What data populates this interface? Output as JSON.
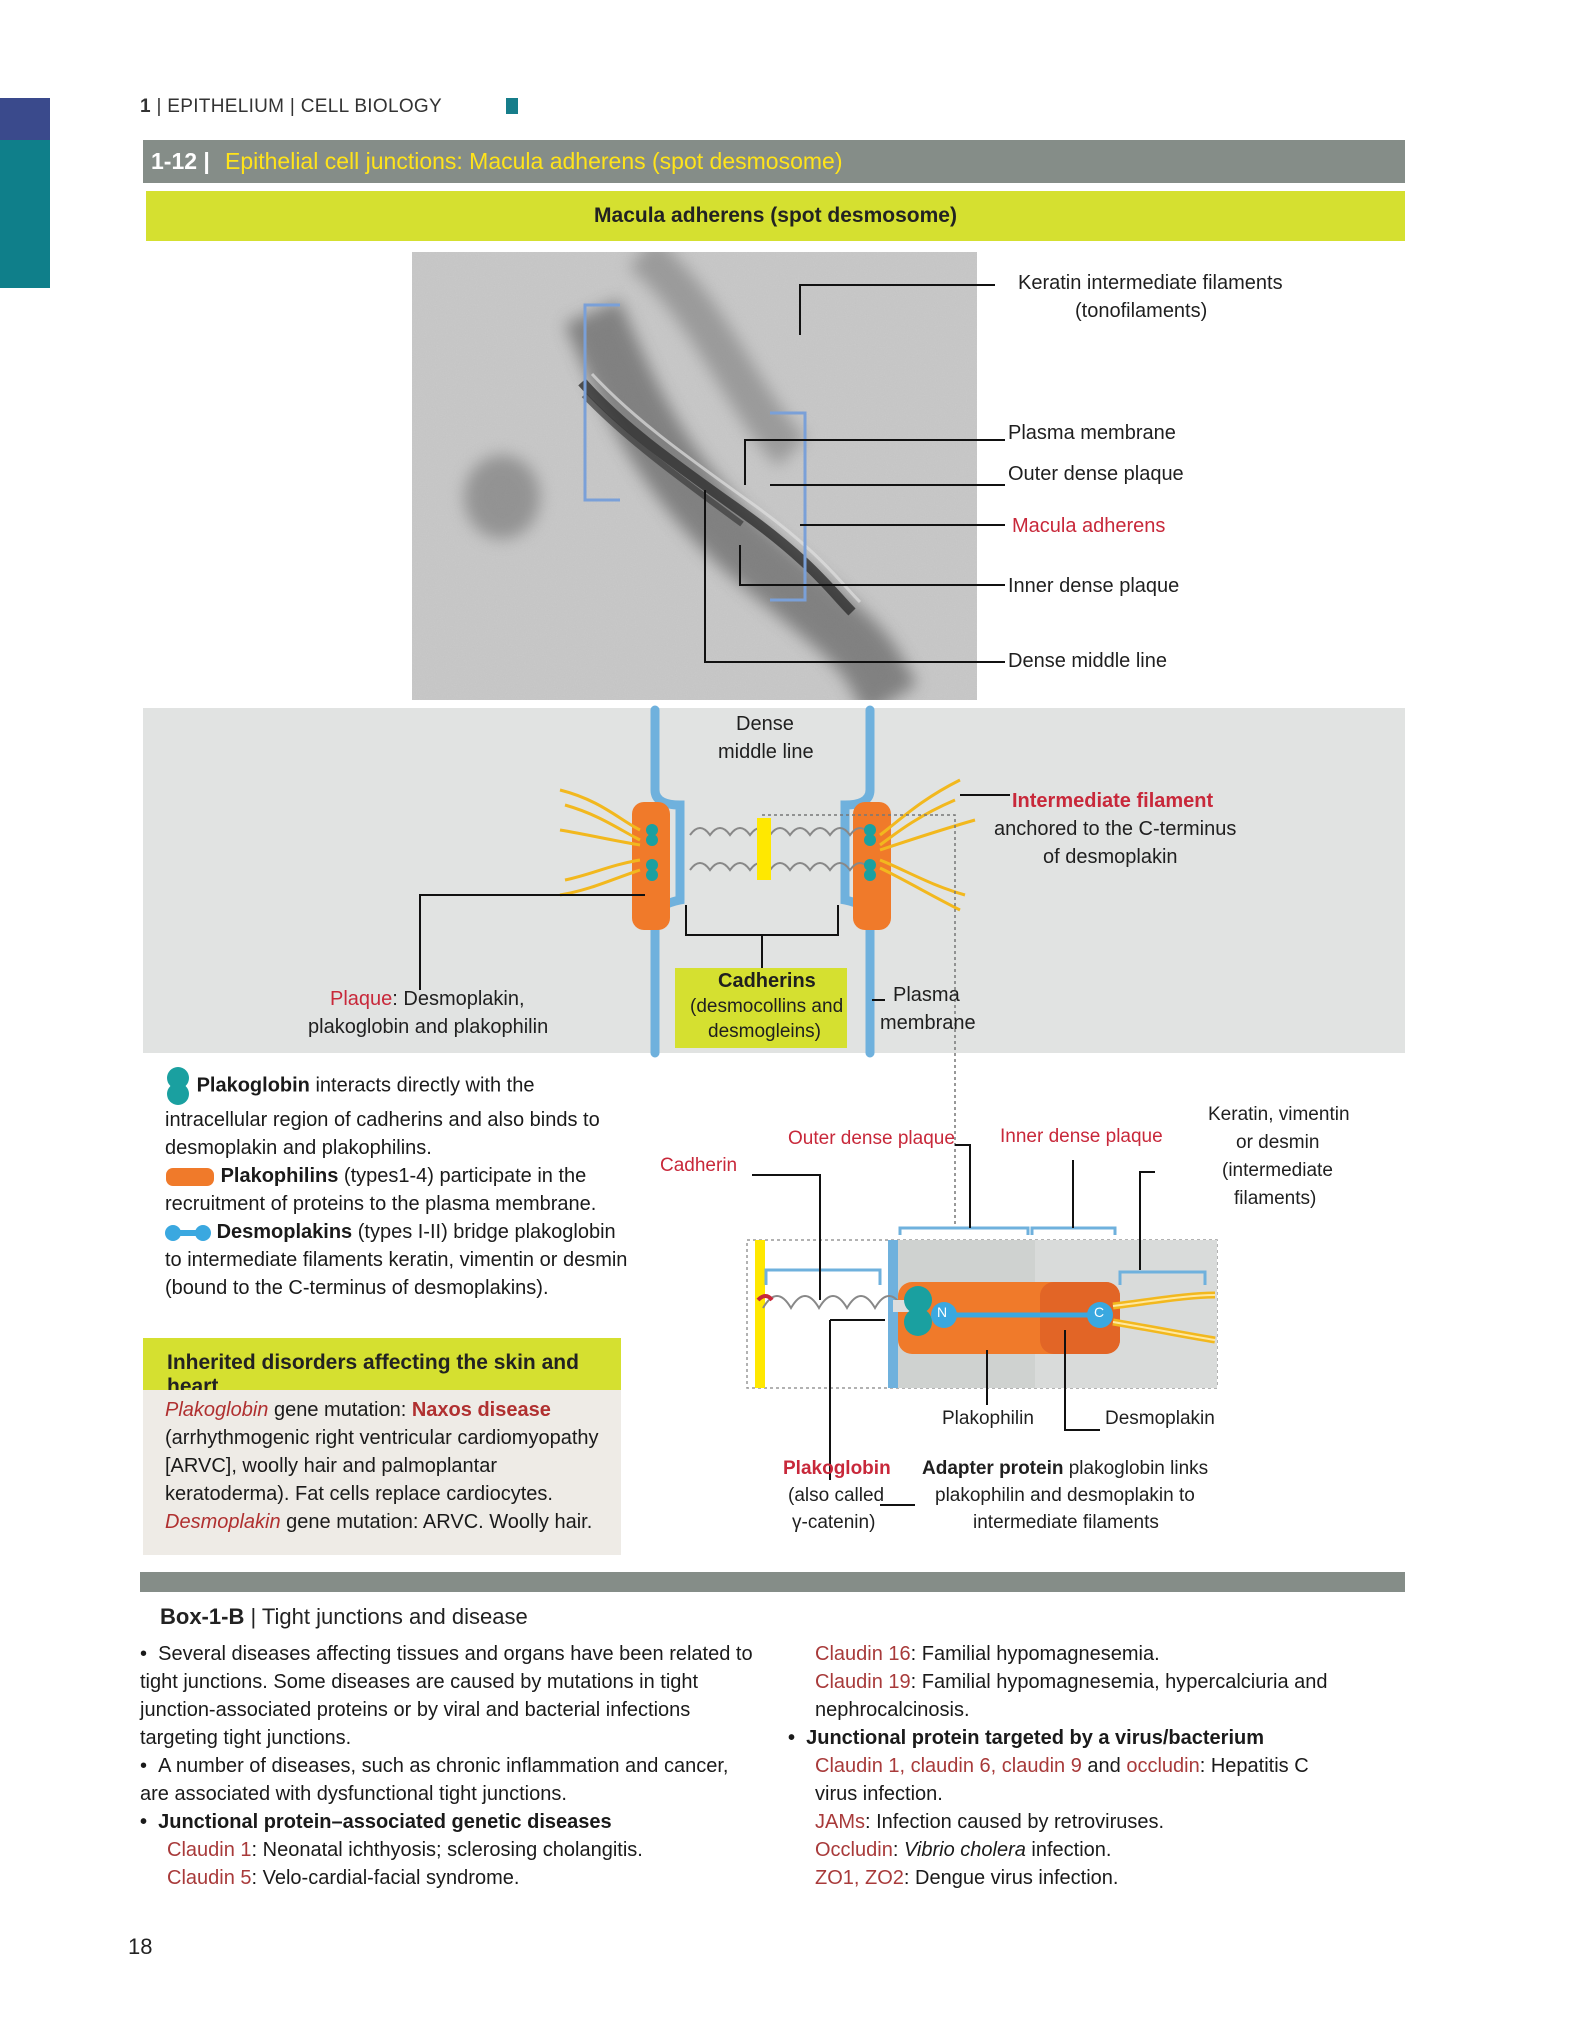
{
  "running_head": {
    "chapter": "1",
    "section": "EPITHELIUM",
    "subsection": "CELL BIOLOGY"
  },
  "figure": {
    "number": "1-12",
    "title": "Epithelial cell junctions: Macula adherens (spot desmosome)",
    "banner": "Macula adherens (spot desmosome)",
    "micrograph_labels": {
      "keratin_1": "Keratin intermediate filaments",
      "keratin_2": "(tonofilaments)",
      "plasma_membrane": "Plasma membrane",
      "outer_dense_plaque": "Outer dense plaque",
      "macula_adherens": "Macula adherens",
      "inner_dense_plaque": "Inner dense plaque",
      "dense_middle_line": "Dense middle line"
    },
    "schematic_labels": {
      "dense_middle_1": "Dense",
      "dense_middle_2": "middle line",
      "if_title": "Intermediate filament",
      "if_text_1": "anchored to the C-terminus",
      "if_text_2": "of desmoplakin",
      "plaque_title": "Plaque",
      "plaque_text_1": ": Desmoplakin,",
      "plaque_text_2": "plakoglobin and plakophilin",
      "cadherins_title": "Cadherins",
      "cadherins_1": "(desmocollins and",
      "cadherins_2": "desmogleins)",
      "plasma_1": "Plasma",
      "plasma_2": "membrane"
    },
    "legend": {
      "plakoglobin_name": "Plakoglobin",
      "plakoglobin_text": " interacts directly with the intracellular region of cadherins and also binds to desmoplakin and plakophilins.",
      "plakophilins_name": "Plakophilins",
      "plakophilins_text": " (types1-4) participate in the recruitment of proteins to the plasma membrane.",
      "desmoplakins_name": "Desmoplakins",
      "desmoplakins_text": " (types I-II) bridge plakoglobin to intermediate filaments keratin, vimentin  or desmin (bound to the C-terminus of desmoplakins)."
    },
    "inherited": {
      "heading": "Inherited disorders affecting the skin and heart",
      "gene1": "Plakoglobin",
      "gene1_text": " gene mutation: ",
      "disease1": "Naxos disease",
      "disease1_text": " (arrhythmogenic right ventricular cardiomyopathy [ARVC], woolly hair and palmoplantar keratoderma). Fat cells replace cardiocytes.",
      "gene2": "Desmoplakin",
      "gene2_text": " gene mutation: ARVC.  Woolly hair."
    },
    "detail_labels": {
      "cadherin": "Cadherin",
      "outer_dense_plaque": "Outer dense plaque",
      "inner_dense_plaque": "Inner dense plaque",
      "keratin_1": "Keratin, vimentin",
      "keratin_2": "or desmin",
      "keratin_3": "(intermediate",
      "keratin_4": "filaments)",
      "n": "N",
      "c": "C",
      "plakophilin": "Plakophilin",
      "desmoplakin": "Desmoplakin",
      "plakoglobin": "Plakoglobin",
      "plakoglobin_aka_1": "(also called",
      "plakoglobin_aka_2": "γ-catenin)",
      "adapter_title": "Adapter protein",
      "adapter_1": " plakoglobin links",
      "adapter_2": "plakophilin and desmoplakin to",
      "adapter_3": "intermediate filaments"
    }
  },
  "box": {
    "label": "Box-1-B",
    "title": "Tight junctions and disease",
    "left": {
      "p1": "Several diseases affecting tissues and organs have been related to tight junctions.  Some diseases are caused by mutations in tight junction-associated proteins or by viral and bacterial infections targeting tight junctions.",
      "p2": "A number of diseases, such as chronic inflammation and cancer, are associated with dysfunctional tight junctions.",
      "h1": "Junctional protein–associated genetic diseases",
      "c1": "Claudin 1",
      "c1_text": ":   Neonatal ichthyosis; sclerosing cholangitis.",
      "c5": "Claudin 5",
      "c5_text": ":   Velo-cardial-facial syndrome."
    },
    "right": {
      "c16": "Claudin 16",
      "c16_text": ": Familial hypomagnesemia.",
      "c19": "Claudin 19",
      "c19_text": ": Familial hypomagnesemia, hypercalciuria and nephrocalcinosis.",
      "h2": "Junctional protein targeted by a virus/bacterium",
      "c169": "Claudin 1, claudin 6, claudin 9",
      "and": " and ",
      "occ": "occludin",
      "hcv": ":  Hepatitis C virus infection.",
      "jams": "JAMs",
      "jams_text": ": Infection caused by retroviruses.",
      "occ2": "Occludin",
      "vib": ": ",
      "vib_it": "Vibrio cholera",
      "vib_text": " infection.",
      "zo": "ZO1, ZO2",
      "zo_text": ": Dengue virus infection."
    }
  },
  "page_number": "18",
  "colors": {
    "teal": "#0f7f8a",
    "navy": "#3a4a8c",
    "lime": "#d5e030",
    "gray_bar": "#858d88",
    "red_label": "#c8283a",
    "orange": "#f07a2a",
    "membrane_blue": "#6fb1dd"
  }
}
